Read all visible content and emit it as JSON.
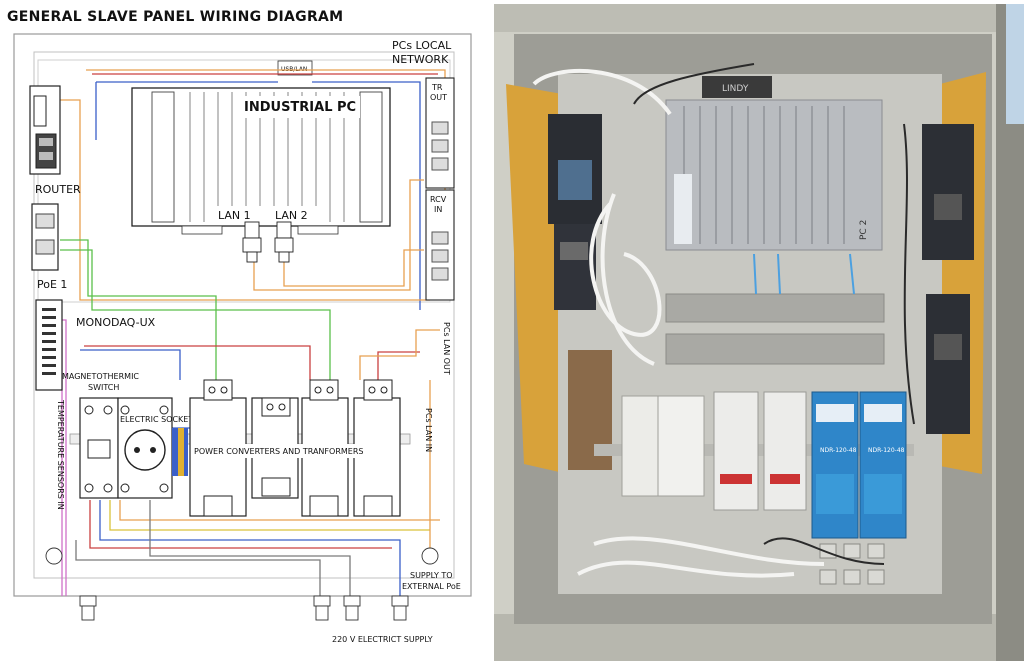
{
  "diagram": {
    "title": "GENERAL SLAVE PANEL WIRING DIAGRAM",
    "labels": {
      "pcs_local_network_1": "PCs LOCAL",
      "pcs_local_network_2": "NETWORK",
      "industrial_pc": "INDUSTRIAL PC",
      "usb_lan": "USB/LAN",
      "lan1": "LAN 1",
      "lan2": "LAN 2",
      "router": "ROUTER",
      "poe1": "PoE 1",
      "monodaq": "MONODAQ-UX",
      "magnetothermic_1": "MAGNETOTHERMIC",
      "magnetothermic_2": "SWITCH",
      "electric_socket": "ELECTRIC SOCKET",
      "power_converters": "POWER CONVERTERS AND TRANFORMERS",
      "tr_out_1": "TR",
      "tr_out_2": "OUT",
      "rcv_in_1": "RCV",
      "rcv_in_2": "IN",
      "pcs_lan_out": "PCs LAN OUT",
      "pcs_lan_in": "PCs LAN IN",
      "temperature_sensors": "TEMPERATURE SENSORS IN",
      "supply_to_poe_1": "SUPPLY TO",
      "supply_to_poe_2": "EXTERNAL PoE",
      "electric_supply": "220 V ELECTRICT SUPPLY"
    },
    "wire_colors": {
      "orange": "#e8a050",
      "green": "#5bbf4a",
      "blue": "#3a5fc8",
      "red": "#c94040",
      "pink": "#d070c8",
      "grey": "#7a7a7a",
      "yellow": "#d9c23a"
    }
  },
  "photo": {
    "labels": {
      "pc_tag": "PC 2",
      "usb_tag": "LINDY",
      "psu_1": "NDR-120-48",
      "psu_2": "NDR-120-48"
    },
    "colors": {
      "enclosure": "#cfcfc6",
      "backplate": "#d8a23a",
      "din_rail": "#b9b9b4",
      "psu_blue": "#2f86c9",
      "sky": "#bfd4e6"
    }
  }
}
